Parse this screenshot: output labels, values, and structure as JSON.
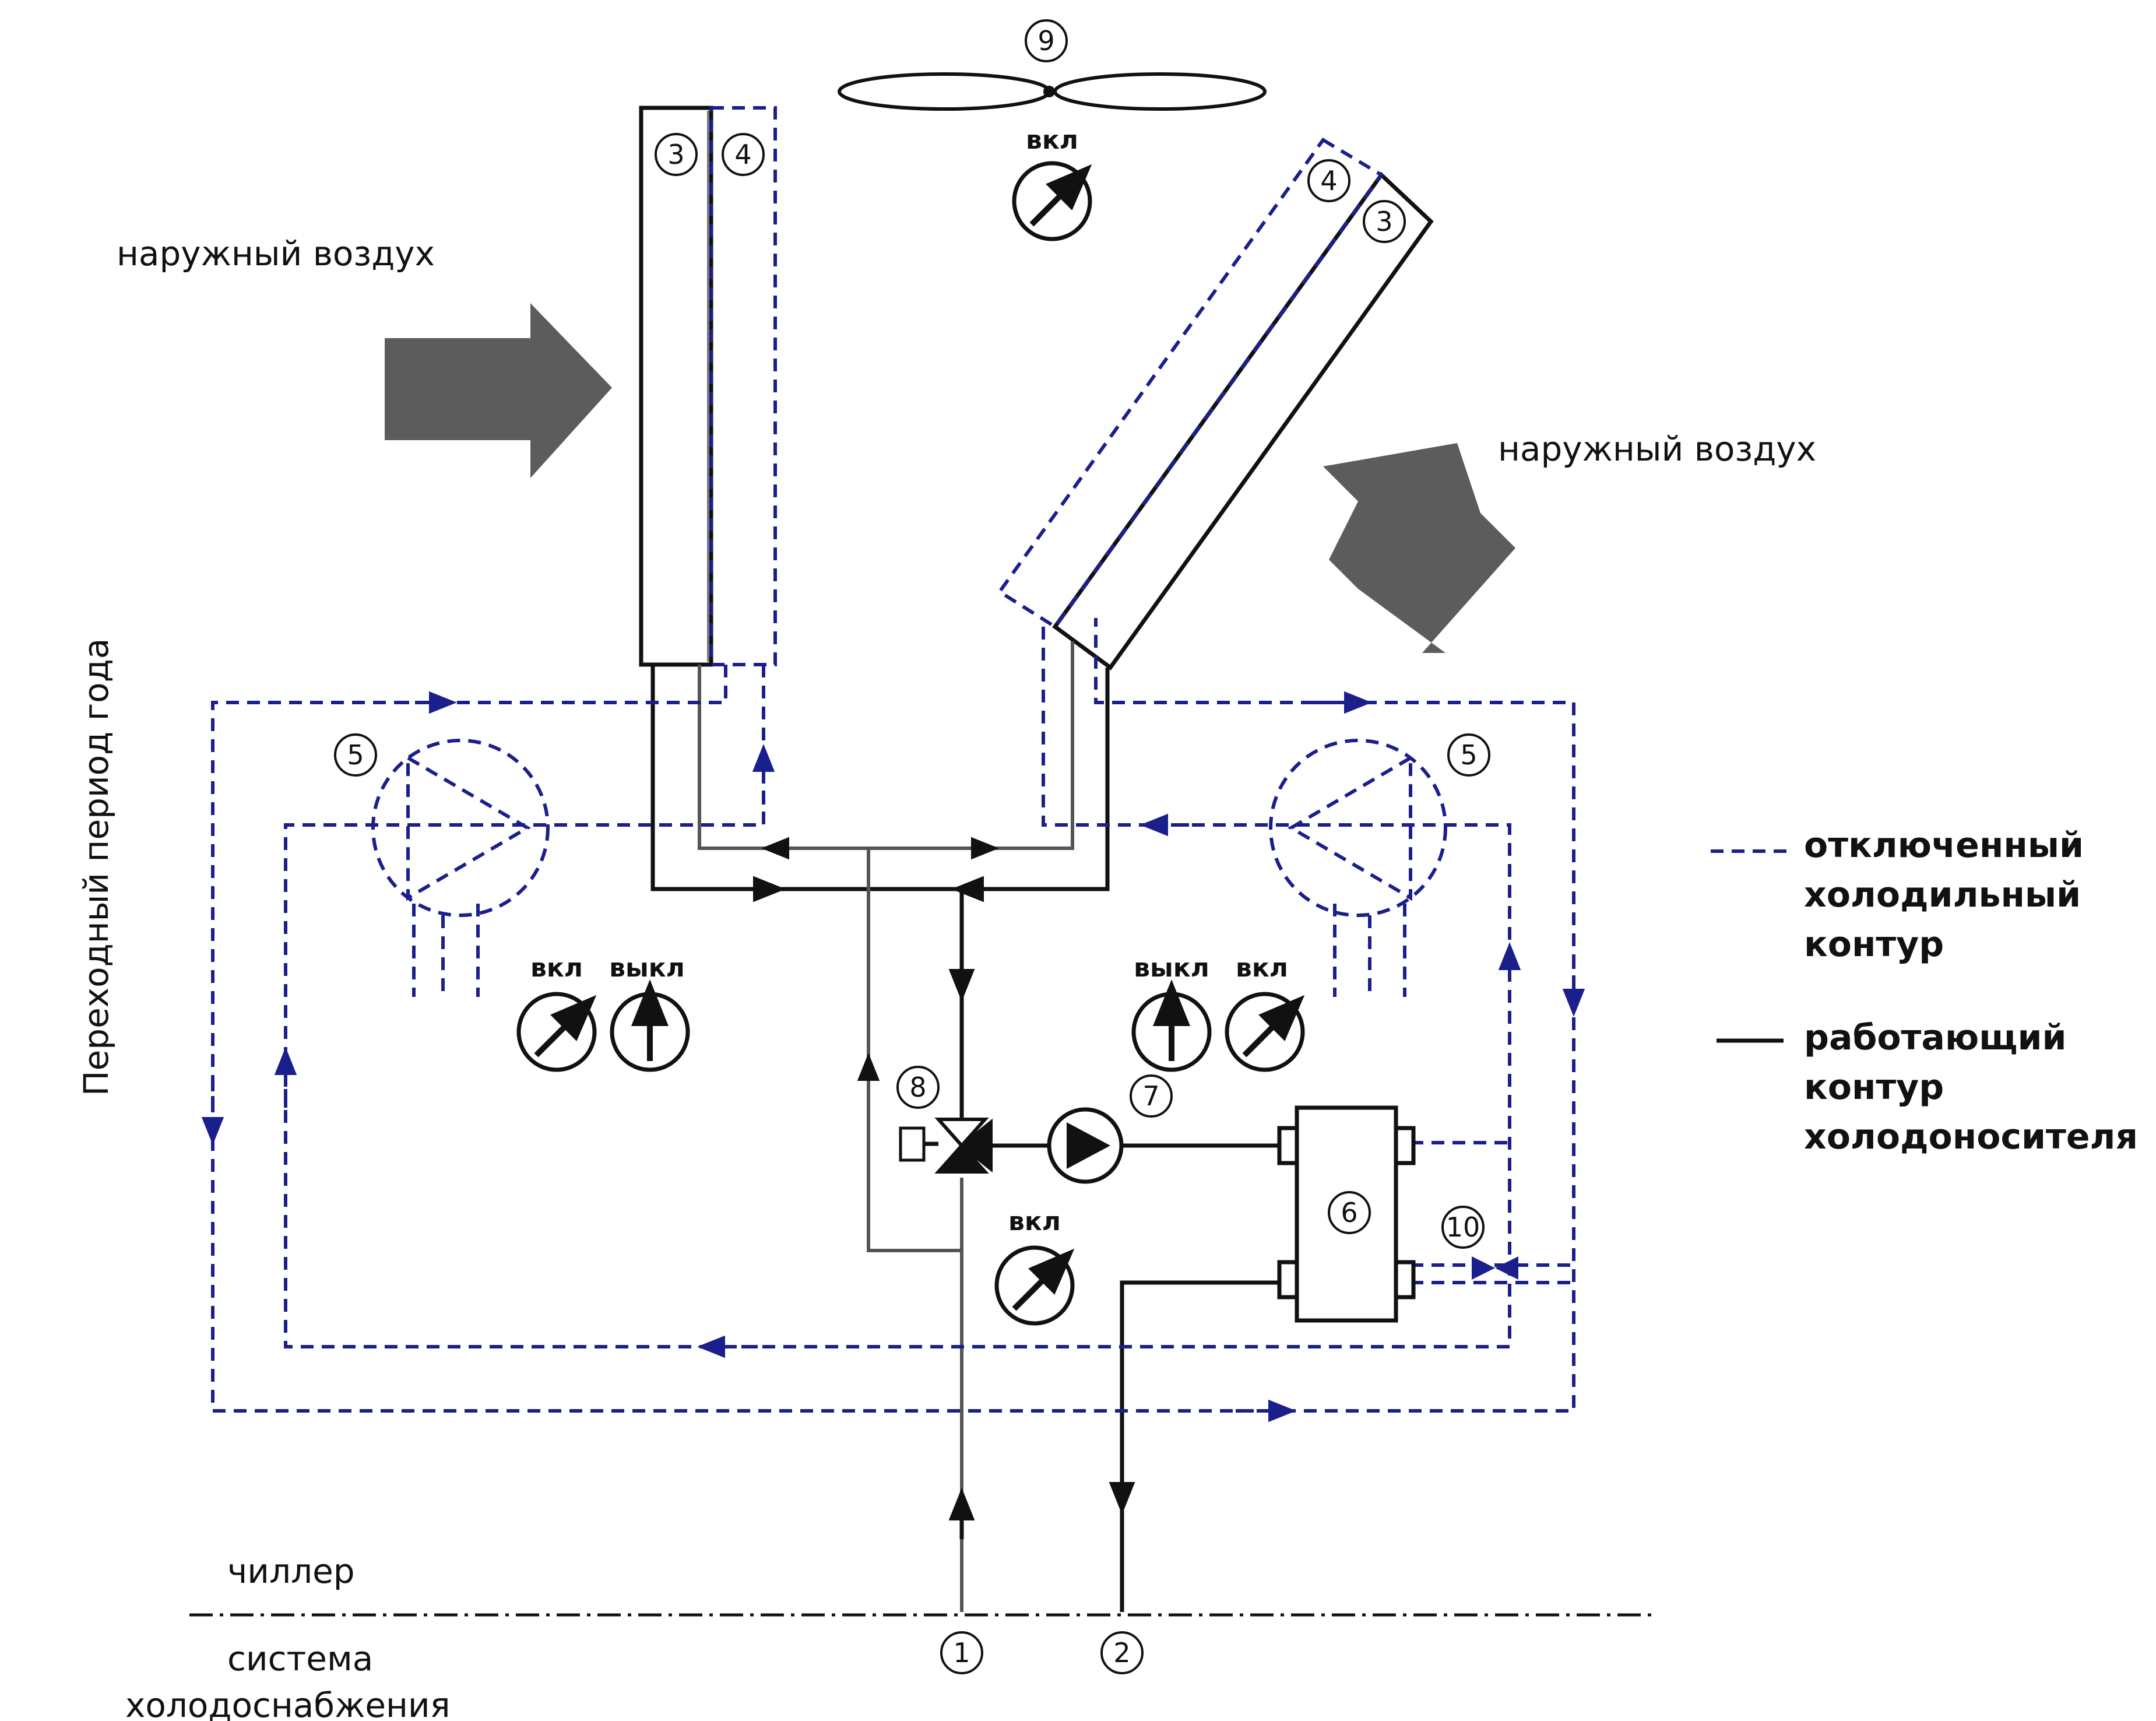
{
  "labels": {
    "outside_air_left": "наружный воздух",
    "outside_air_right": "наружный воздух",
    "season": "Переходный период года",
    "chiller": "чиллер",
    "supply_system": "система холодоснабжения",
    "supply_system_line1": "система",
    "supply_system_line2": "холодоснабжения"
  },
  "legend": {
    "dashed": [
      "отключенный",
      "холодильный",
      "контур"
    ],
    "solid": [
      "работающий",
      "контур",
      "холодоносителя"
    ]
  },
  "numbers": {
    "n1": "1",
    "n2": "2",
    "n3": "3",
    "n4": "4",
    "n5": "5",
    "n6": "6",
    "n7": "7",
    "n8": "8",
    "n9": "9",
    "n10": "10"
  },
  "states": {
    "fan": "вкл",
    "left_pair": [
      "вкл",
      "выкл"
    ],
    "right_pair": [
      "выкл",
      "вкл"
    ],
    "valve": "вкл"
  },
  "colors": {
    "dashed_line": "#1a1f8c",
    "solid_line": "#111111",
    "air_arrow": "#5c5c5c"
  }
}
